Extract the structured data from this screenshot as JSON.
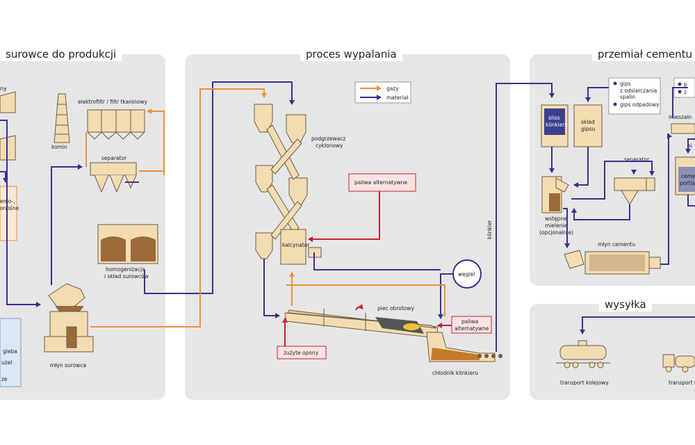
{
  "panels": {
    "raw": "surowce do produkcji",
    "kiln": "proces wypalania",
    "cement": "przemiał cementu",
    "shipping": "wysyłka"
  },
  "legend": {
    "gas": "gazy",
    "material": "materiał"
  },
  "raw": {
    "fragment_top": "ny",
    "electrofilter": "elektrofiltr / filtr tkaninowy",
    "chimney": "komin",
    "separator": "separator",
    "thermal_1": "emo-,",
    "thermal_2": "onośne",
    "homog_1": "homogenizacja",
    "homog_2": "i skład surowców",
    "soil_1": "gleba",
    "soil_2": "użel",
    "soil_3": "ze",
    "mill": "młyn surowca"
  },
  "kiln": {
    "preheater_1": "podgrzewacz",
    "preheater_2": "cyklonowy",
    "alt_fuel": "paliwa alternatywne",
    "calciner": "kalcynator",
    "coal": "węgiel",
    "rotary_kiln": "piec obrotowy",
    "alt_fuel2_1": "paliwa",
    "alt_fuel2_2": "alternatywne",
    "tires": "zużyte opony",
    "cooler": "chłodnik klinkieru",
    "clinker": "klinkier"
  },
  "cement": {
    "silo_1": "silos",
    "silo_2": "klinkieru",
    "gypsum_1": "skład",
    "gypsum_2": "gipsu",
    "gips_a": "gips",
    "gips_a2": "z odsiarczania",
    "gips_a3": "spalin",
    "gips_b": "gips odpadowy",
    "right_1": "p",
    "right_2": "z",
    "mixer": "mieszain",
    "si": "si",
    "separator": "separator",
    "cement_1": "cemen",
    "cement_2": "portlanc",
    "pre_1": "wstępne",
    "pre_2": "mielenie",
    "pre_3": "(opcjonalnie)",
    "mill": "młyn cementu"
  },
  "shipping": {
    "rail": "transport kolejowy",
    "road": "transport sa"
  },
  "colors": {
    "material": "#3b2f8f",
    "gas": "#e8923a",
    "fuel": "#c8202f",
    "equip": "#f3dcb2",
    "outline": "#6b5b45",
    "panel": "#e6e6e6"
  }
}
